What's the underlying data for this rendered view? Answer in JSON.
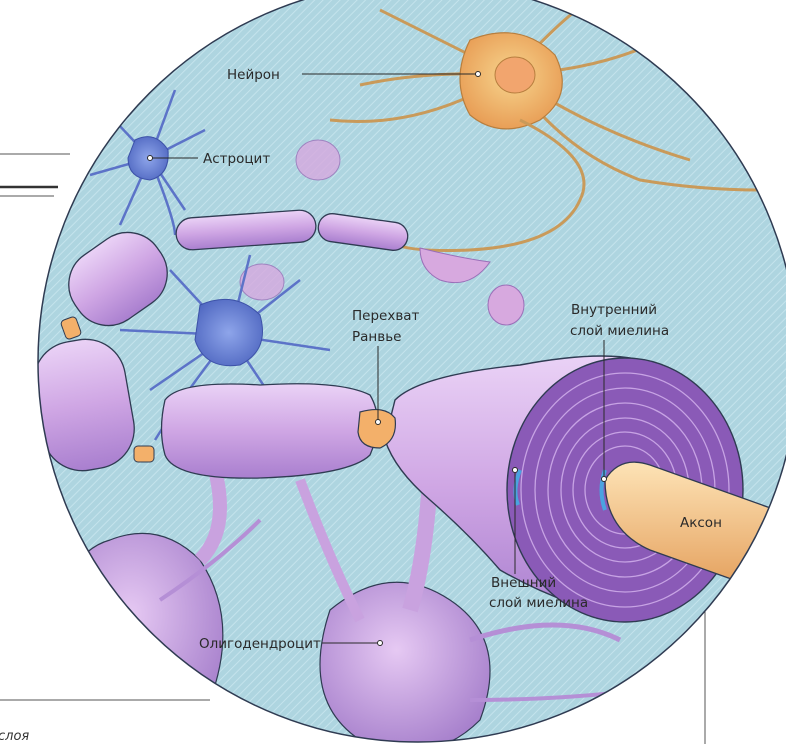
{
  "labels": {
    "neuron": "Нейрон",
    "astrocyte": "Астроцит",
    "node_ranvier_1": "Перехват",
    "node_ranvier_2": "Ранвье",
    "inner_myelin_1": "Внутренний",
    "inner_myelin_2": "слой миелина",
    "outer_myelin_1": "Внешний",
    "outer_myelin_2": "слой миелина",
    "axon": "Аксон",
    "oligodendrocyte": "Олигодендроцит"
  },
  "page_fragment_text": "слоя",
  "colors": {
    "background": "#aed5e0",
    "hatch": "#c7e6ee",
    "neuron": "#f0b46a",
    "astrocyte": "#6f86d6",
    "myelin": "#cfa6e4",
    "myelin_dark": "#9d6cc2",
    "axon": "#f0b878",
    "outline": "#2f3b52"
  }
}
